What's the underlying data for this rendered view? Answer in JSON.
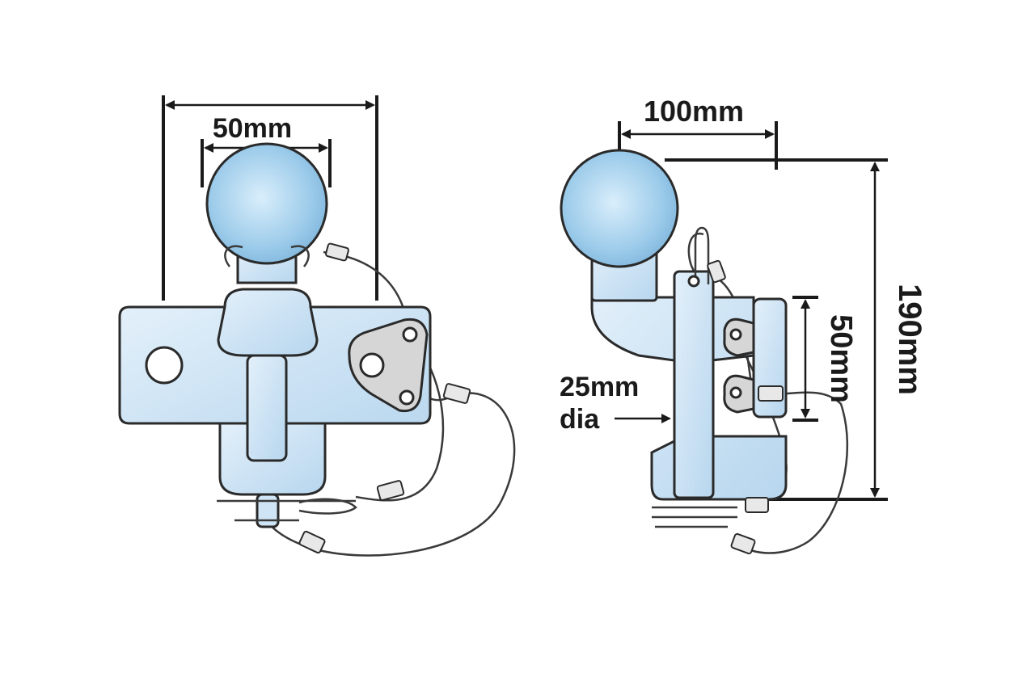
{
  "front_view": {
    "ball_diameter_label": "50mm"
  },
  "side_view": {
    "offset_label": "100mm",
    "height_label": "190mm",
    "pin_spacing_label": "50mm",
    "pin_diameter_label_line1": "25mm",
    "pin_diameter_label_line2": "dia"
  },
  "colors": {
    "metal": "#cfe4f5",
    "ball": "#9ccbea",
    "outline": "#2a2a2a"
  }
}
